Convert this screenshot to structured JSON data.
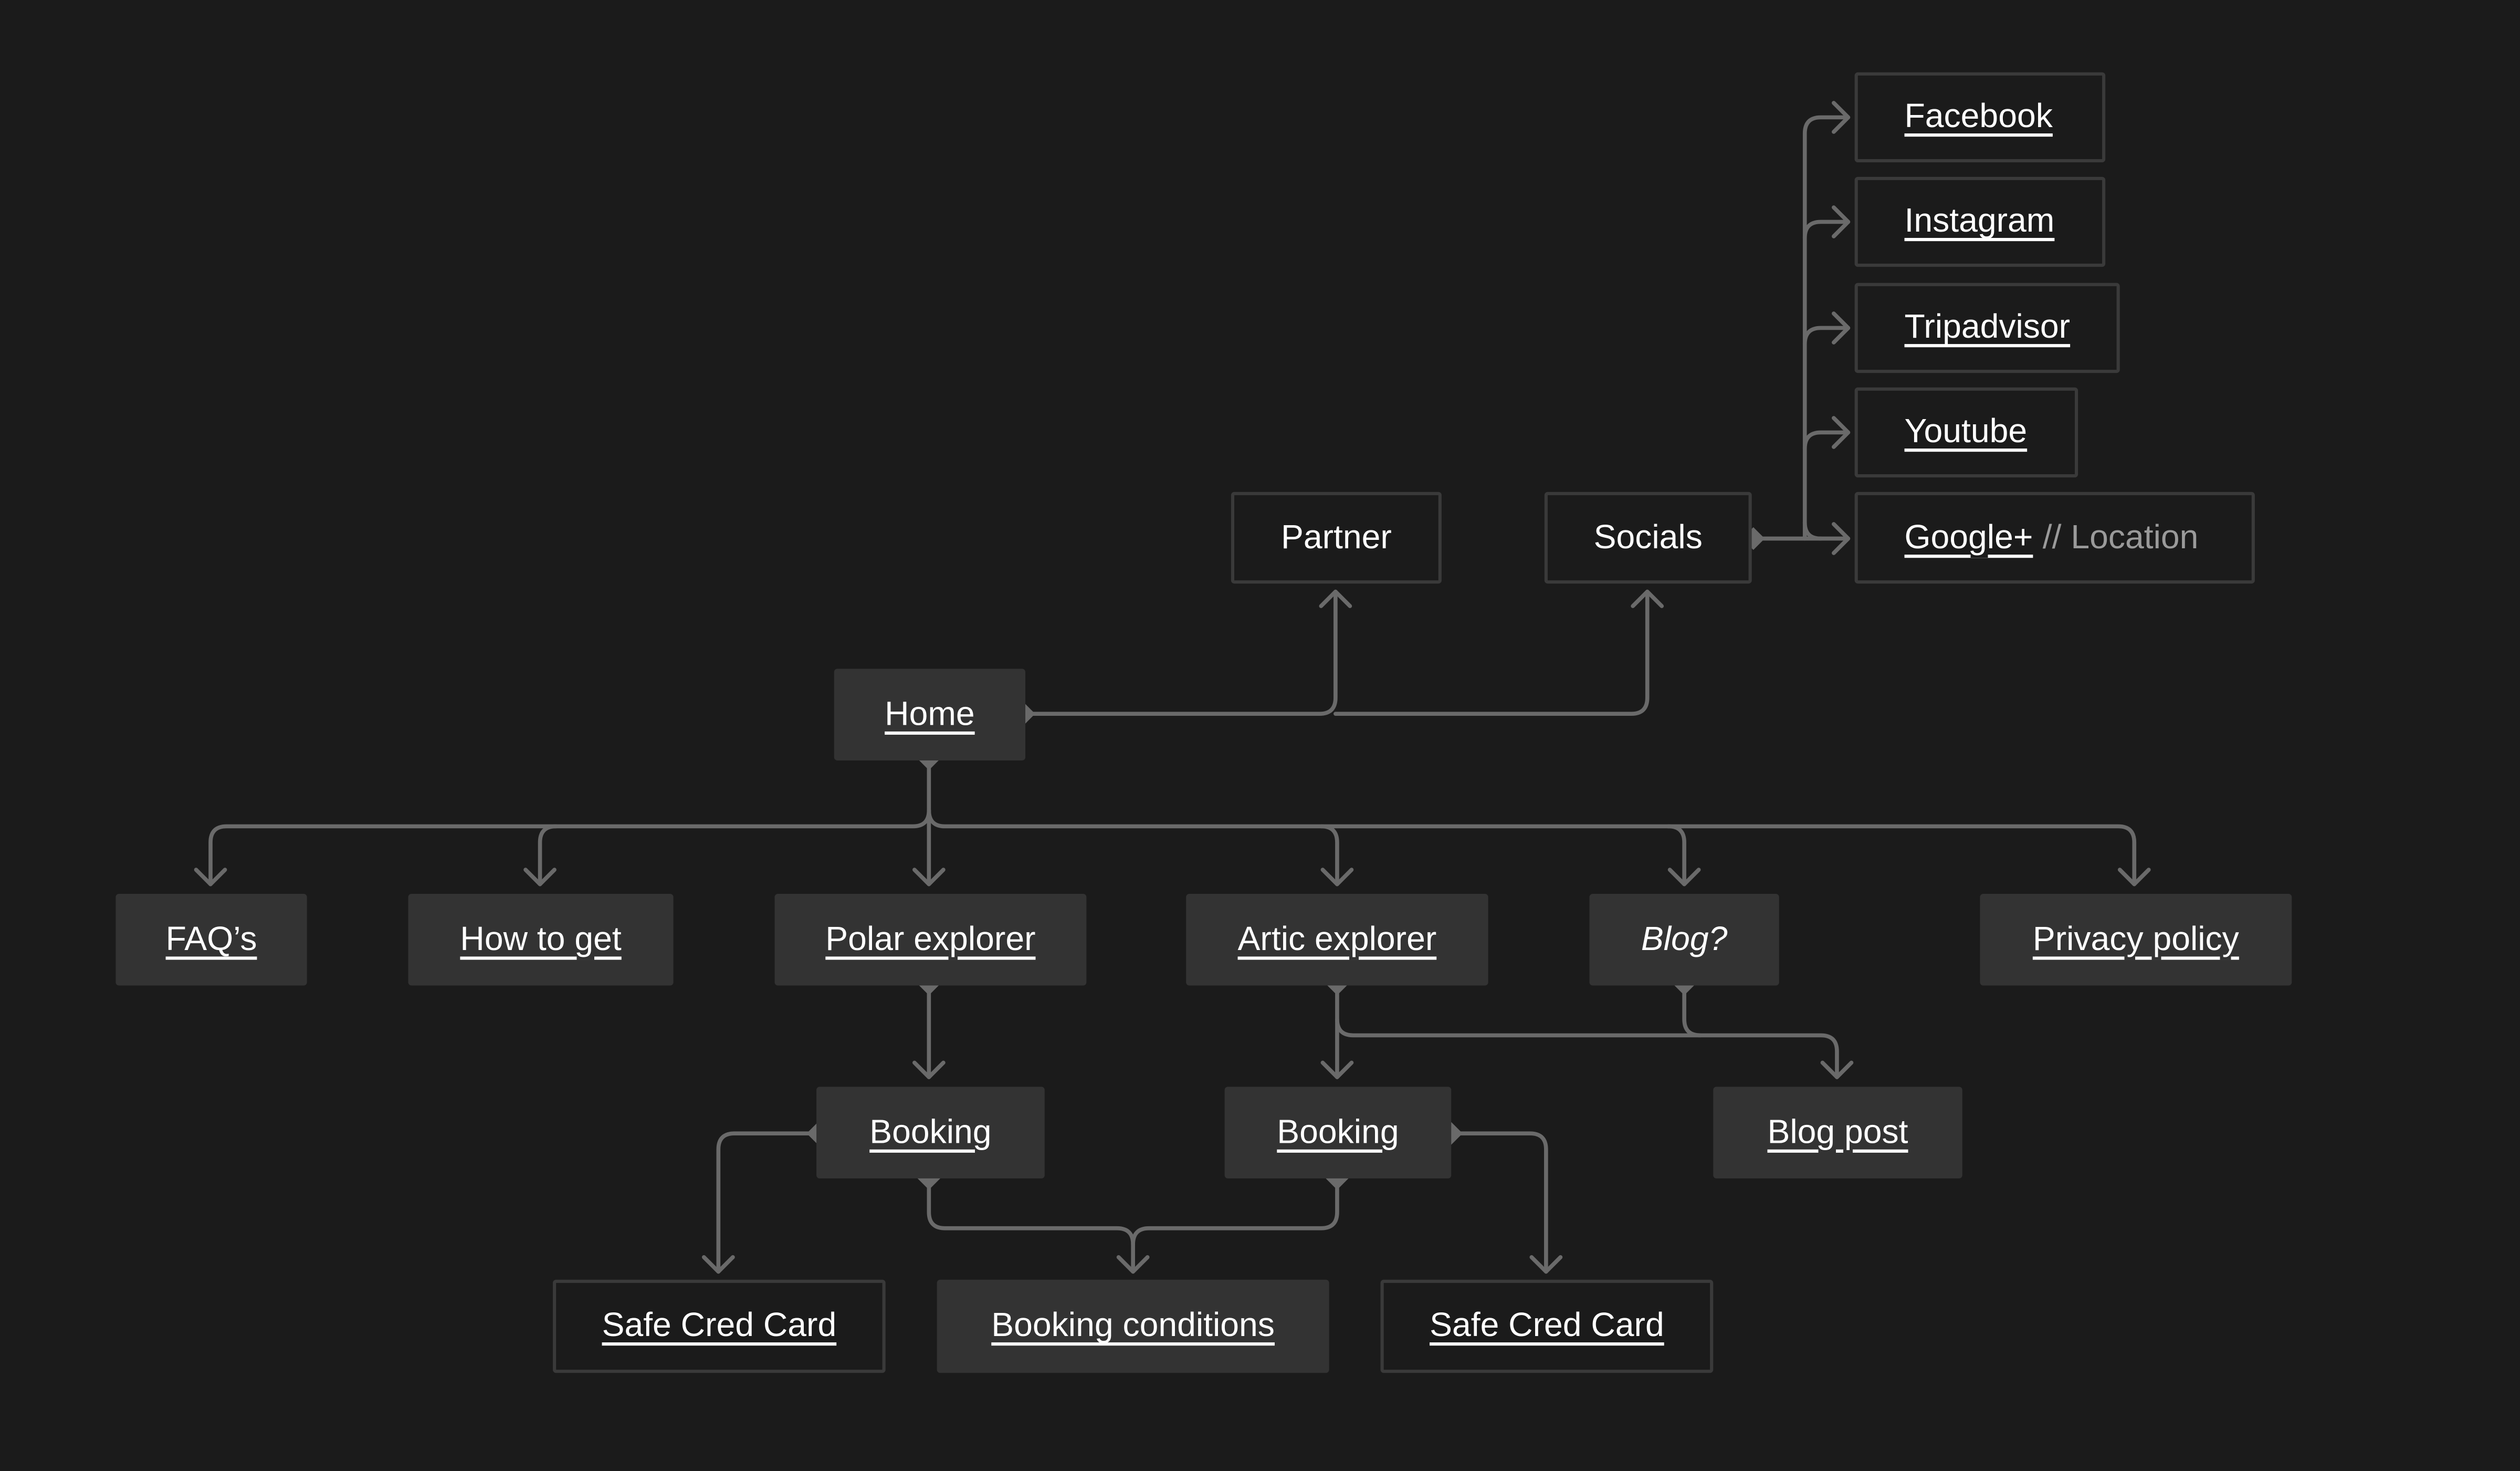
{
  "colors": {
    "background": "#1b1b1b",
    "node_fill": "#333333",
    "node_border": "#3a3a3a",
    "connector": "#6a6a6a",
    "text": "#ffffff",
    "muted_text": "#9a9a9a"
  },
  "nodes": {
    "facebook": "Facebook",
    "instagram": "Instagram",
    "tripadvisor": "Tripadvisor",
    "youtube": "Youtube",
    "google": "Google+",
    "google_suffix": "// Location",
    "partner": "Partner",
    "socials": "Socials",
    "home": "Home",
    "faqs": "FAQ’s",
    "how_to_get": "How to get",
    "polar_explorer": "Polar explorer",
    "artic_explorer": "Artic explorer",
    "blog": "Blog?",
    "privacy_policy": "Privacy policy",
    "booking_polar": "Booking",
    "booking_artic": "Booking",
    "blog_post": "Blog post",
    "safe_card_left": "Safe Cred Card",
    "booking_conditions": "Booking conditions",
    "safe_card_right": "Safe Cred Card"
  }
}
